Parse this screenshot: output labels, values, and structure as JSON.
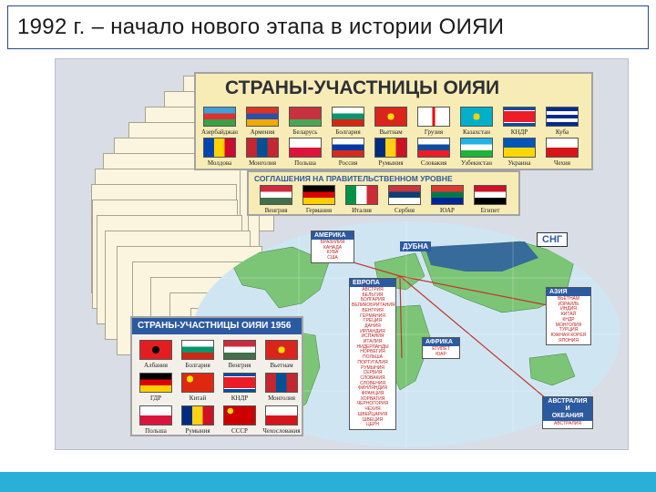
{
  "slide_title": "1992 г. – начало нового этапа в истории ОИЯИ",
  "poster": {
    "main_panel": {
      "title": "СТРАНЫ-УЧАСТНИЦЫ ОИЯИ",
      "row1": [
        "Азербайджан",
        "Армения",
        "Беларусь",
        "Болгария",
        "Вьетнам",
        "Грузия",
        "Казахстан",
        "КНДР",
        "Куба"
      ],
      "row2": [
        "Молдова",
        "Монголия",
        "Польша",
        "Россия",
        "Румыния",
        "Словакия",
        "Узбекистан",
        "Украина",
        "Чехия"
      ]
    },
    "agreements_panel": {
      "title": "СОГЛАШЕНИЯ НА ПРАВИТЕЛЬСТВЕННОМ УРОВНЕ",
      "countries": [
        "Венгрия",
        "Германия",
        "Италия",
        "Сербия",
        "ЮАР",
        "Египет"
      ]
    },
    "panel_1956": {
      "title": "СТРАНЫ-УЧАСТНИЦЫ ОИЯИ 1956",
      "row1": [
        "Албания",
        "Болгария",
        "Венгрия",
        "Вьетнам"
      ],
      "row2": [
        "ГДР",
        "Китай",
        "КНДР",
        "Монголия"
      ],
      "row3": [
        "Польша",
        "Румыния",
        "СССР",
        "Чехословакия"
      ]
    },
    "map": {
      "sng_label": "СНГ",
      "dubna_label": "ДУБНА",
      "america": {
        "title": "АМЕРИКА",
        "items": [
          "БРАЗИЛИЯ",
          "КАНАДА",
          "КУБА",
          "США"
        ]
      },
      "europe": {
        "title": "ЕВРОПА",
        "items": [
          "АВСТРИЯ",
          "БЕЛЬГИЯ",
          "БОЛГАРИЯ",
          "ВЕЛИКОБРИТАНИЯ",
          "ВЕНГРИЯ",
          "ГЕРМАНИЯ",
          "ГРЕЦИЯ",
          "ДАНИЯ",
          "ИРЛАНДИЯ",
          "ИСПАНИЯ",
          "ИТАЛИЯ",
          "НИДЕРЛАНДЫ",
          "НОРВЕГИЯ",
          "ПОЛЬША",
          "ПОРТУГАЛИЯ",
          "РУМЫНИЯ",
          "СЕРБИЯ",
          "СЛОВАКИЯ",
          "СЛОВЕНИЯ",
          "ФИНЛЯНДИЯ",
          "ФРАНЦИЯ",
          "ХОРВАТИЯ",
          "ЧЕРНОГОРИЯ",
          "ЧЕХИЯ",
          "ШВЕЙЦАРИЯ",
          "ШВЕЦИЯ",
          "ЦЕРН"
        ]
      },
      "africa": {
        "title": "АФРИКА",
        "items": [
          "ЕГИПЕТ",
          "ЮАР"
        ]
      },
      "asia": {
        "title": "АЗИЯ",
        "items": [
          "ВЬЕТНАМ",
          "ИЗРАИЛЬ",
          "ИНДИЯ",
          "КИТАЙ",
          "КНДР",
          "МОНГОЛИЯ",
          "ТУРЦИЯ",
          "ЮЖНАЯ КОРЕЯ",
          "ЯПОНИЯ"
        ]
      },
      "australia": {
        "title_line1": "АВСТРАЛИЯ",
        "title_line2": "И",
        "title_line3": "ОКЕАНИЯ",
        "items": [
          "АВСТРАЛИЯ"
        ]
      }
    }
  },
  "colors": {
    "accent": "#2c5aa0",
    "bottom_bar": "#2ab0d8",
    "panel_bg": "#f7ecb5"
  }
}
